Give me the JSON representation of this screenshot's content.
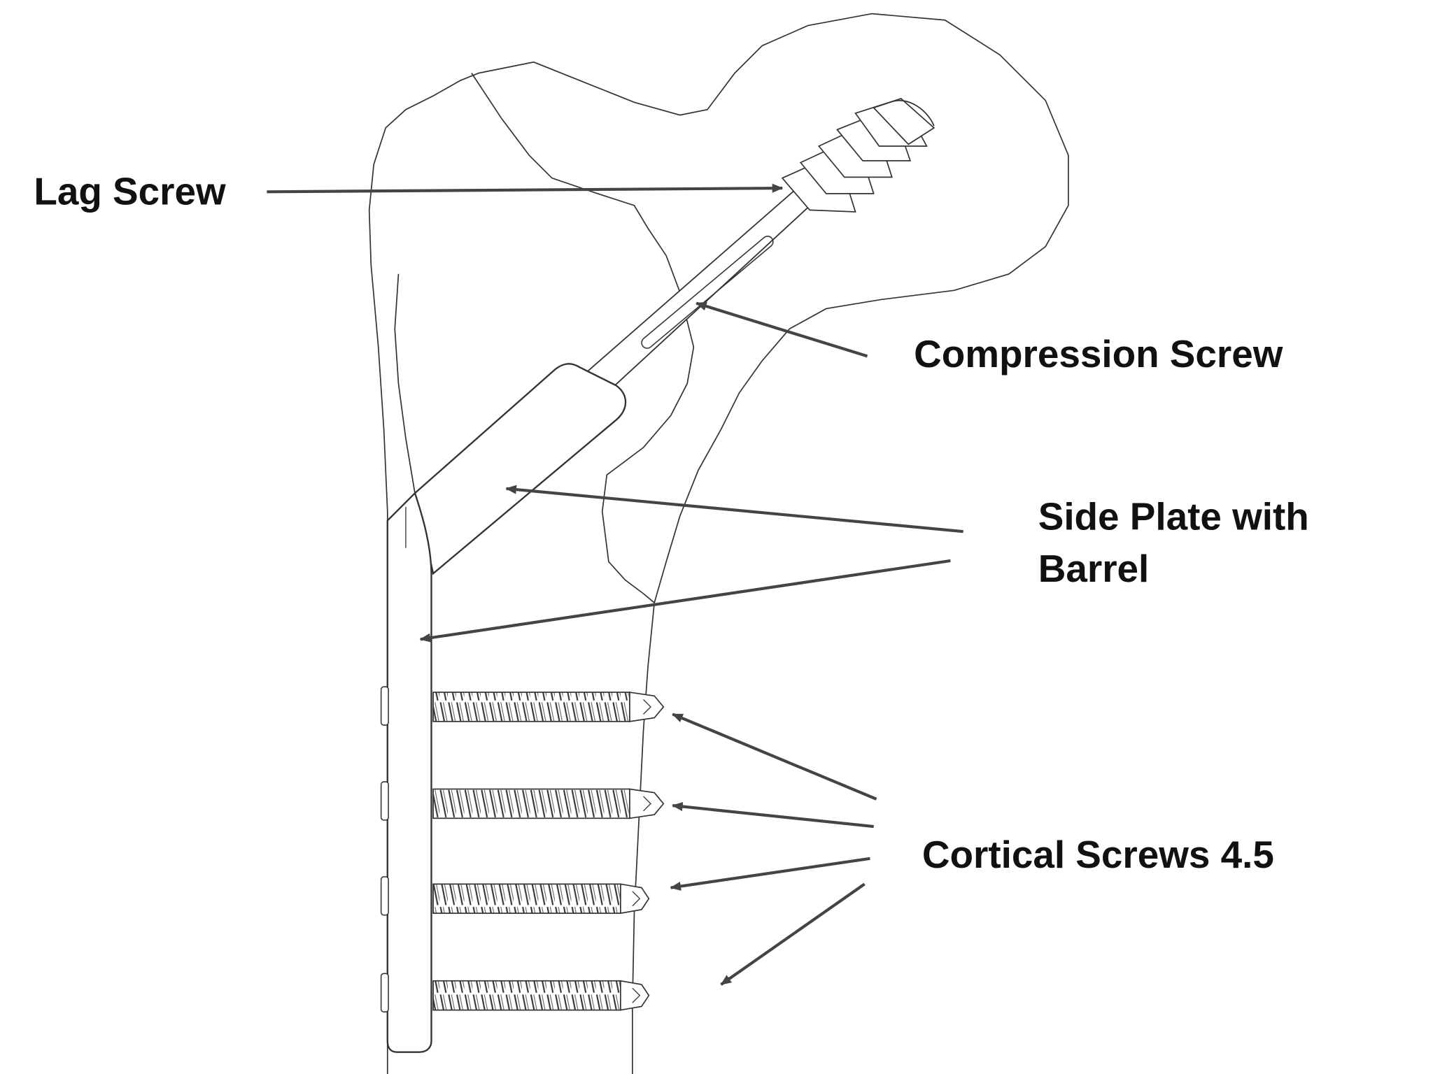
{
  "labels": {
    "lag_screw": "Lag Screw",
    "compression_screw": "Compression Screw",
    "side_plate_line1": "Side Plate with",
    "side_plate_line2": "Barrel",
    "cortical_screws": "Cortical Screws 4.5"
  },
  "colors": {
    "background": "#ffffff",
    "outline": "#333333",
    "arrow": "#444444",
    "text": "#111111"
  },
  "cortical_screw_count": 4
}
